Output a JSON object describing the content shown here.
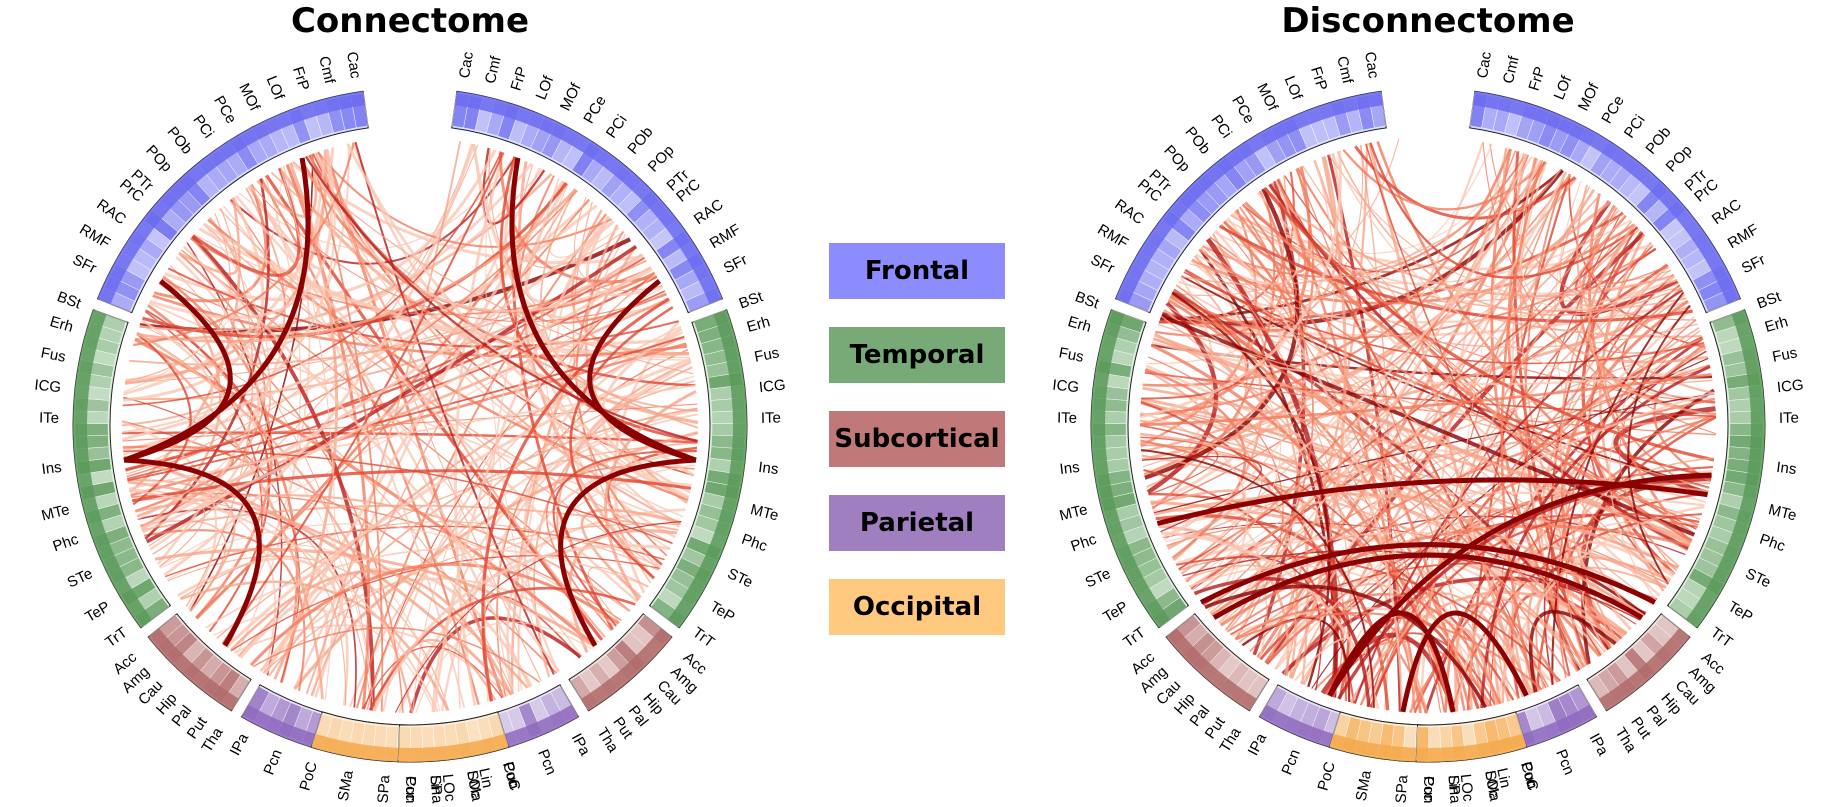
{
  "panels": [
    {
      "title": "Connectome",
      "intensity": 0.35,
      "highlight": "Ins",
      "occipital_strength": 0.2
    },
    {
      "title": "Disconnectome",
      "intensity": 0.7,
      "highlight": "Acc",
      "occipital_strength": 0.9
    }
  ],
  "legend": [
    {
      "label": "Frontal",
      "color": "#8c8cff"
    },
    {
      "label": "Temporal",
      "color": "#77aa77"
    },
    {
      "label": "Subcortical",
      "color": "#c07878"
    },
    {
      "label": "Parietal",
      "color": "#a07fc0"
    },
    {
      "label": "Occipital",
      "color": "#ffc980"
    }
  ],
  "groups": {
    "frontal": {
      "color": "#6b6bf0",
      "light": "#d8d8fb"
    },
    "temporal": {
      "color": "#5a9a5a",
      "light": "#d6e8d6"
    },
    "subcortical": {
      "color": "#b06a6a",
      "light": "#f0dede"
    },
    "parietal": {
      "color": "#8e6abe",
      "light": "#e6def2"
    },
    "occipital": {
      "color": "#f5a84a",
      "light": "#fcebd6"
    }
  },
  "regions": {
    "frontal_top_left": [
      "Cac",
      "Cmf",
      "FrP",
      "LOf",
      "MOf",
      "PCe",
      "PCi",
      "POb",
      "POp",
      "PTr"
    ],
    "frontal_top_right": [
      "Cac",
      "Cmf",
      "FrP",
      "LOf",
      "MOf",
      "PCe",
      "PCi",
      "POb",
      "POp",
      "PTr"
    ],
    "frontal_side": [
      "PrC",
      "RAC",
      "RMF",
      "SFr"
    ],
    "temporal": [
      "BSt",
      "Erh",
      "Fus",
      "ICG",
      "ITe",
      "Ins",
      "MTe",
      "Phc",
      "STe",
      "TeP",
      "TrT"
    ],
    "subcortical": [
      "Acc",
      "Amg",
      "Cau",
      "Hip",
      "Pal",
      "Put",
      "Tha"
    ],
    "parietal": [
      "IPa",
      "Pcn",
      "PoC",
      "SMa",
      "SPa"
    ],
    "occipital": [
      "Cun",
      "LOc",
      "Lin",
      "Pcc"
    ]
  }
}
